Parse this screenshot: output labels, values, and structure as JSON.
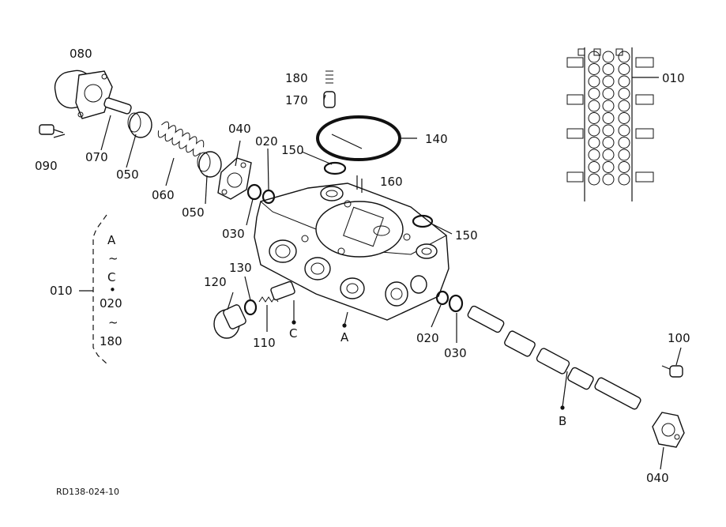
{
  "diagram": {
    "code": "RD138-024-10",
    "parts": {
      "p080": "080",
      "p090": "090",
      "p070": "070",
      "p050a": "050",
      "p060": "060",
      "p050b": "050",
      "p040a": "040",
      "p030a": "030",
      "p020a": "020",
      "p150a": "150",
      "p180": "180",
      "p170": "170",
      "p140": "140",
      "p160": "160",
      "p150b": "150",
      "p010a": "010",
      "p120": "120",
      "p130": "130",
      "p110": "110",
      "p020b": "020",
      "p030b": "030",
      "p100": "100",
      "p040b": "040",
      "p010b": "010"
    },
    "points": {
      "A": "A",
      "B": "B",
      "C": "C"
    },
    "range": {
      "from": "A",
      "tilde1": "~",
      "to": "C",
      "dot": "•",
      "start": "020",
      "tilde2": "~",
      "end": "180"
    }
  }
}
